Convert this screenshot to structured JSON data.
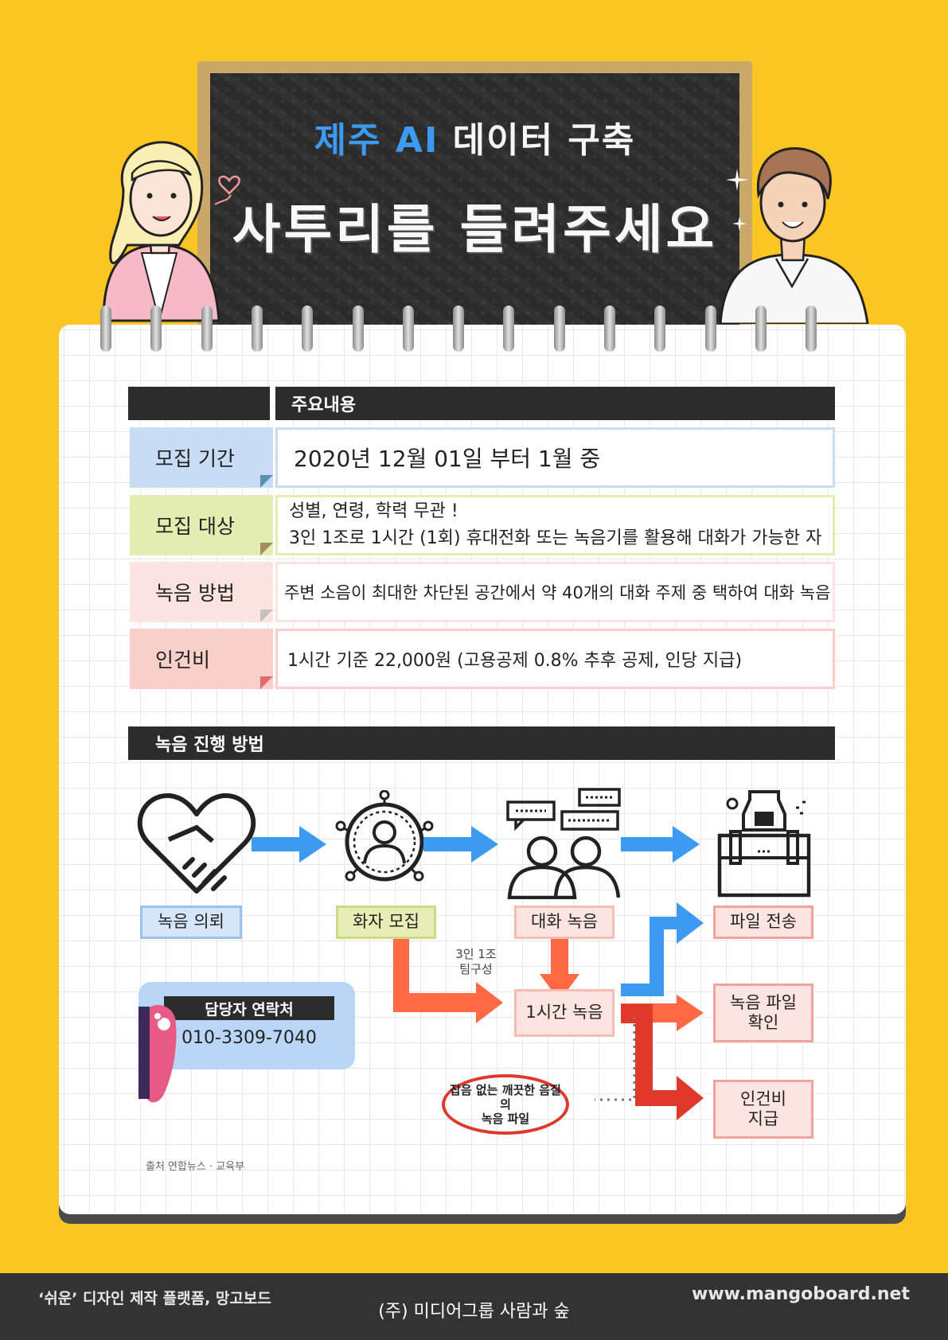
{
  "header": {
    "title_line1_accent": "제주 AI",
    "title_line1_rest": "데이터 구축",
    "title_line2": "사투리를 들려주세요"
  },
  "info_table": {
    "header_label": "주요내용",
    "rows": [
      {
        "label": "모집 기간",
        "lines": [
          "2020년 12월 01일 부터 1월 중"
        ]
      },
      {
        "label": "모집 대상",
        "lines": [
          "성별, 연령, 학력 무관 !",
          "3인 1조로 1시간 (1회) 휴대전화 또는 녹음기를 활용해 대화가 가능한 자"
        ]
      },
      {
        "label": "녹음  방법",
        "lines": [
          "주변 소음이 최대한 차단된 공간에서 약 40개의 대화 주제 중 택하여 대화 녹음"
        ]
      },
      {
        "label": "인건비",
        "lines": [
          "1시간 기준 22,000원 (고용공제 0.8% 추후 공제, 인당 지급)"
        ]
      }
    ]
  },
  "process": {
    "header_label": "녹음 진행 방법",
    "steps": [
      "녹음 의뢰",
      "화자 모집",
      "대화 녹음",
      "파일 전송"
    ],
    "team_note": [
      "3인 1조",
      "팀구성"
    ],
    "one_hour": "1시간  녹음",
    "check_file": [
      "녹음 파일",
      "확인"
    ],
    "pay": [
      "인건비",
      "지급"
    ],
    "clean_file": [
      "잡음 없는 깨끗한 음질의",
      "녹음 파일"
    ]
  },
  "contact": {
    "title": "담당자 연락처",
    "phone": "010-3309-7040"
  },
  "source": "출처 연합뉴스 · 교육부",
  "footer": {
    "left": "‘쉬운’ 디자인 제작 플랫폼, 망고보드",
    "center": "(주) 미디어그룹 사람과 숲",
    "right": "www.mangoboard.net"
  },
  "colors": {
    "background": "#FBC624",
    "accent_blue": "#3C9BF0",
    "arrow_orange": "#FF6A45",
    "arrow_red": "#E0392B"
  }
}
